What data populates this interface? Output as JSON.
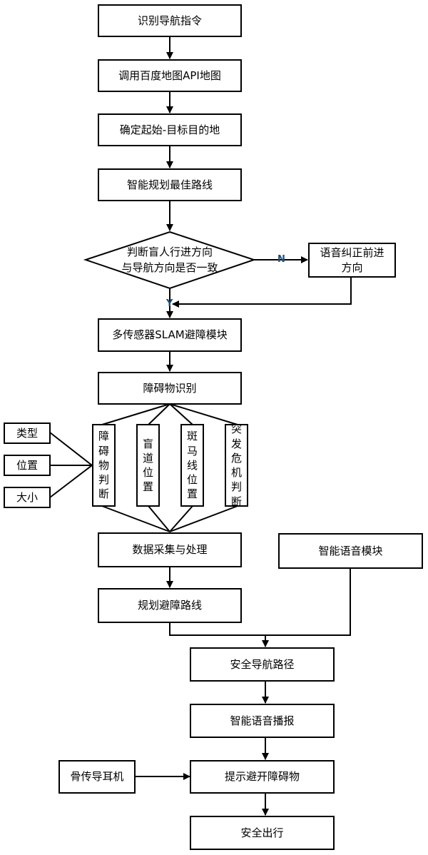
{
  "nodes": {
    "recognize": "识别导航指令",
    "call_api": "调用百度地图API地图",
    "set_origin_dest": "确定起始-目标目的地",
    "plan_route": "智能规划最佳路线",
    "judge_line1": "判断盲人行进方向",
    "judge_line2": "与导航方向是否一致",
    "voice_correct_line1": "语音纠正前进",
    "voice_correct_line2": "方向",
    "slam": "多传感器SLAM避障模块",
    "obstacle_recognition": "障碍物识别",
    "obstacle_judge": "障碍物判断",
    "blind_road_pos": "盲道位置",
    "zebra_pos": "斑马线位置",
    "emergency_judge": "突发危机判断",
    "type": "类型",
    "position": "位置",
    "size": "大小",
    "data_collect": "数据采集与处理",
    "voice_module": "智能语音模块",
    "plan_avoid": "规划避障路线",
    "safe_path": "安全导航路径",
    "voice_broadcast": "智能语音播报",
    "bone_earphone": "骨传导耳机",
    "prompt_avoid": "提示避开障碍物",
    "safe_travel": "安全出行"
  },
  "edge_labels": {
    "no": "N",
    "yes": "Y"
  },
  "colors": {
    "line": "#000000",
    "label": "#1f4e79"
  }
}
